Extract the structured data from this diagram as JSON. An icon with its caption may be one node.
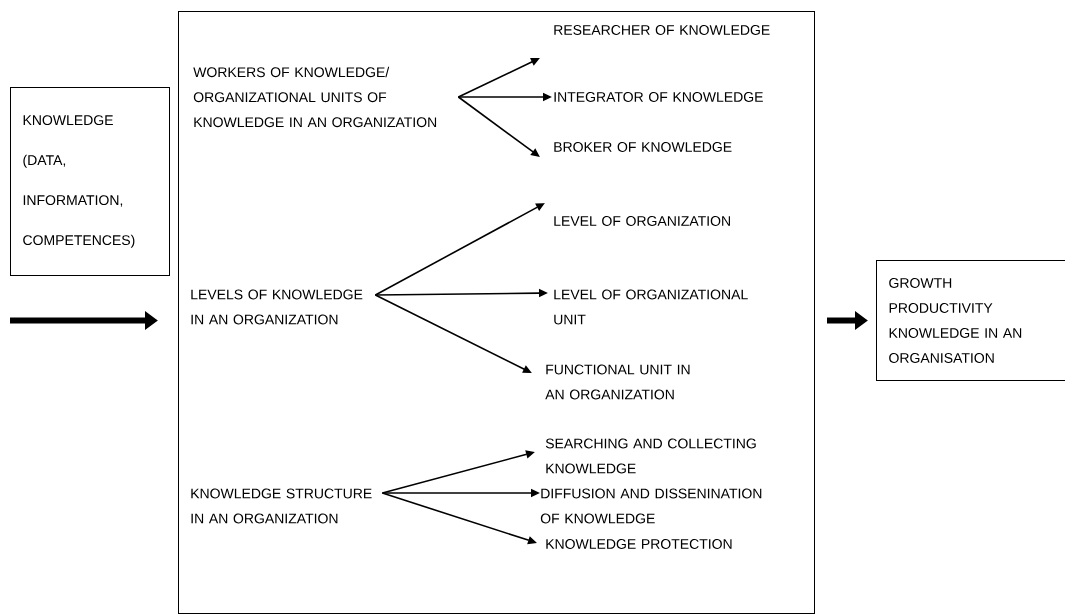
{
  "diagram": {
    "nodes": [
      {
        "text": [
          "KNOWLEDGE",
          "(DATA, INFORMATION, COMPETENCES)"
        ]
      },
      {
        "text": [],
        "shape": "box"
      },
      {
        "text": [
          "WORKERS OF KNOWLEDGE/ ORGANIZATIONAL UNITS OF KNOWLEDGE IN AN ORGANIZATION"
        ],
        "in": 1
      },
      {
        "text": [
          "RESEARCHER OF KNOWLEDGE"
        ],
        "in": 1
      },
      {
        "text": [
          "INTEGRATOR OF KNOWLEDGE"
        ],
        "in": 1
      },
      {
        "text": [
          "BROKER OF KNOWLEDGE"
        ],
        "in": 1
      },
      {
        "text": [
          "LEVELS OF KNOWLEDGE IN AN ORGANIZATION"
        ],
        "in": 1
      },
      {
        "text": [
          "LEVEL OF ORGANIZATION"
        ],
        "in": 1
      },
      {
        "text": [
          "LEVEL OF ORGANIZATIONAL UNIT"
        ],
        "in": 1
      },
      {
        "text": [
          "FUNCTIONAL UNIT IN AN ORGANIZATION"
        ],
        "in": 1
      },
      {
        "text": [
          "KNOWLEDGE STRUCTURE IN AN ORGANIZATION"
        ],
        "in": 1
      },
      {
        "text": [
          "SEARCHING AND COLLECTING KNOWLEDGE"
        ],
        "in": 1
      },
      {
        "text": [
          "DIFFUSION AND DISSENINATION OF KNOWLEDGE"
        ],
        "in": 1
      },
      {
        "text": [
          "KNOWLEDGE PROTECTION"
        ],
        "in": 1
      },
      {
        "text": [
          "GROWTH PRODUCTIVITY KNOWLEDGE IN AN ORGANISATION"
        ]
      }
    ],
    "edges": [
      {
        "from": 2,
        "to": 3,
        "arrow": "to"
      },
      {
        "from": 2,
        "to": 4,
        "arrow": "to"
      },
      {
        "from": 2,
        "to": 5,
        "arrow": "to"
      },
      {
        "from": 6,
        "to": 7,
        "arrow": "to"
      },
      {
        "from": 6,
        "to": 8,
        "arrow": "to"
      },
      {
        "from": 6,
        "to": 9,
        "arrow": "to"
      },
      {
        "from": 10,
        "to": 11,
        "arrow": "to"
      },
      {
        "from": 10,
        "to": 12,
        "arrow": "to"
      },
      {
        "from": 10,
        "to": 13,
        "arrow": "to"
      },
      {
        "from": null,
        "to": 1,
        "arrow": "to",
        "style": "thick"
      },
      {
        "from": 1,
        "to": 14,
        "arrow": "to",
        "style": "thick"
      }
    ]
  }
}
